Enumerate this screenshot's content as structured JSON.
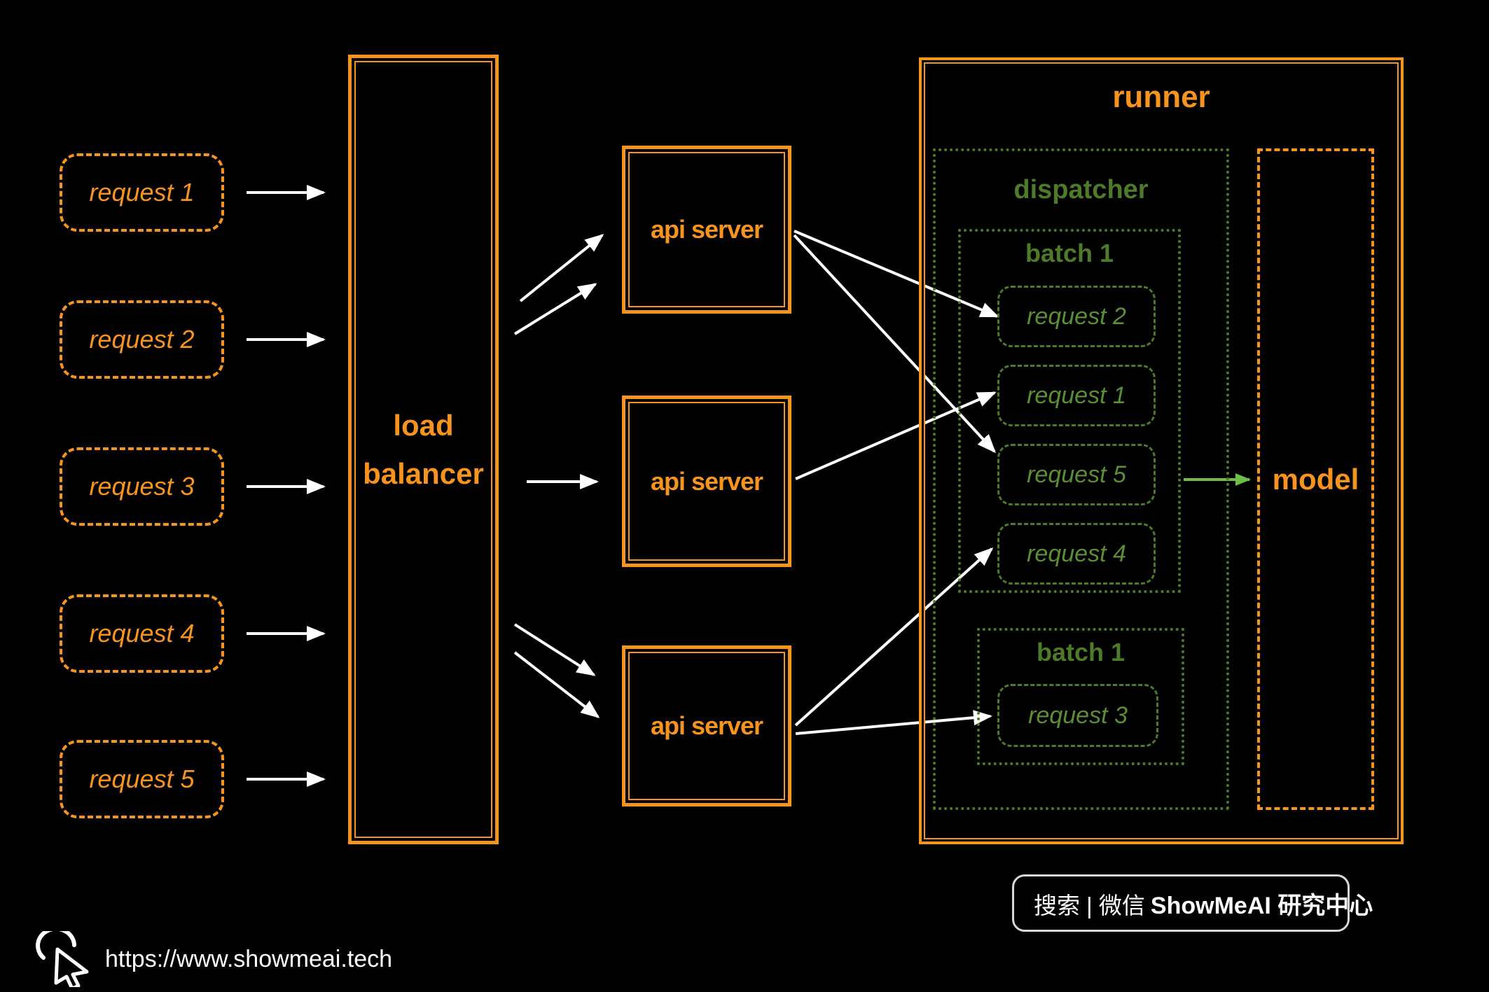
{
  "colors": {
    "accent_orange": "#F7941D",
    "green_border": "#4E7B28",
    "green_request_text": "#5C8F35",
    "green_arrow": "#6CBE45",
    "arrow_white": "#FFFFFF",
    "background": "#000000"
  },
  "diagram": {
    "requests": [
      "request 1",
      "request 2",
      "request 3",
      "request 4",
      "request 5"
    ],
    "load_balancer": {
      "label": "load balancer"
    },
    "api_servers": [
      {
        "label": "api server"
      },
      {
        "label": "api server"
      },
      {
        "label": "api server"
      }
    ],
    "runner": {
      "title": "runner",
      "dispatcher": {
        "title": "dispatcher",
        "batch_active": {
          "title": "batch 1",
          "requests": [
            "request 2",
            "request 1",
            "request 5",
            "request 4"
          ]
        },
        "batch_waiting": {
          "title": "batch 1",
          "requests": [
            "request 3"
          ]
        }
      },
      "model": {
        "label": "model"
      }
    }
  },
  "footer": {
    "search_badge": {
      "icon": "magnifier-icon",
      "text_regular": "搜索 | 微信",
      "text_bold": "ShowMeAI 研究中心"
    },
    "website_icon": "cursor-click-icon",
    "website_url": "https://www.showmeai.tech"
  }
}
